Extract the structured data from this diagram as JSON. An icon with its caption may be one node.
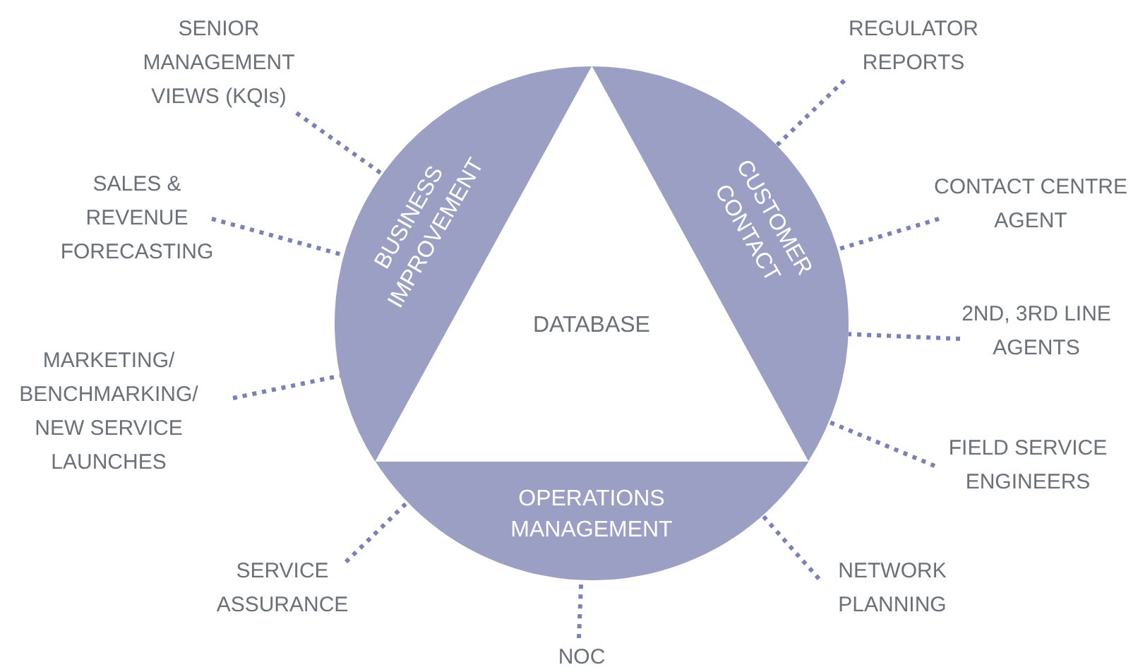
{
  "diagram": {
    "nodes": [
      {
        "text": [
          "SENIOR MANAGEMENT VIEWS (KQIs)"
        ]
      },
      {
        "text": [
          "REGULATOR REPORTS"
        ]
      },
      {
        "text": [
          "BUSINESS IMPROVEMENT"
        ]
      },
      {
        "text": [
          "CUSTOMER CONTACT"
        ]
      },
      {
        "text": [
          "SALES & REVENUE FORECASTING"
        ]
      },
      {
        "text": [
          "CONTACT CENTRE AGENT"
        ]
      },
      {
        "text": [
          "DATABASE"
        ]
      },
      {
        "text": [
          "MARKETING/ BENCHMARKING/ NEW SERVICE LAUNCHES"
        ]
      },
      {
        "text": [
          "2ND, 3RD LINE AGENTS"
        ]
      },
      {
        "text": [
          "FIELD SERVICE ENGINEERS"
        ]
      },
      {
        "text": [
          "OPERATIONS MANAGEMENT"
        ]
      },
      {
        "text": [
          "SERVICE ASSURANCE"
        ]
      },
      {
        "text": [
          "NETWORK PLANNING"
        ]
      },
      {
        "text": [
          "NOC"
        ]
      }
    ],
    "edges": [
      {
        "from": 0,
        "to": 2,
        "arrow": "none"
      },
      {
        "from": 1,
        "to": 3,
        "arrow": "none"
      },
      {
        "from": 4,
        "to": 2,
        "arrow": "none"
      },
      {
        "from": 5,
        "to": 3,
        "arrow": "none"
      },
      {
        "from": 7,
        "to": 2,
        "arrow": "none"
      },
      {
        "from": 8,
        "to": 3,
        "arrow": "none"
      },
      {
        "from": 9,
        "to": 3,
        "arrow": "none"
      },
      {
        "from": 11,
        "to": 10,
        "arrow": "none"
      },
      {
        "from": 12,
        "to": 10,
        "arrow": "none"
      },
      {
        "from": 13,
        "to": 10,
        "arrow": "none"
      }
    ]
  }
}
